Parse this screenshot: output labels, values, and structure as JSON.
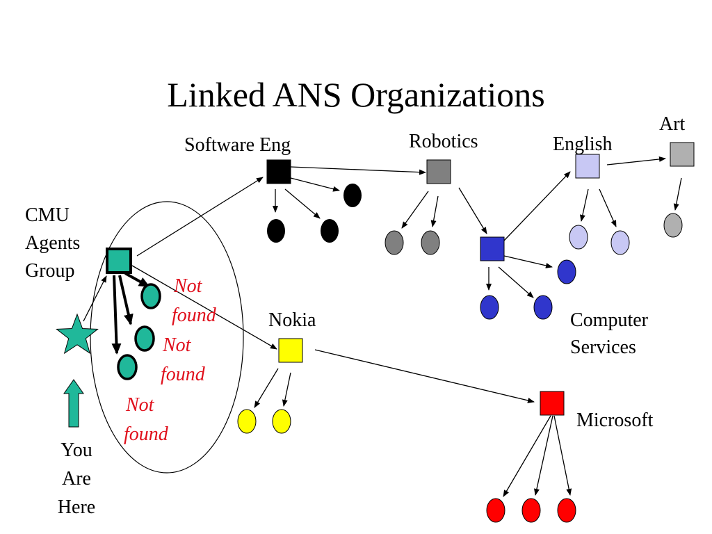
{
  "title": "Linked ANS Organizations",
  "colors": {
    "cmu": "#20b89a",
    "software": "#000000",
    "robotics": "#808080",
    "computer_services": "#3036cc",
    "english": "#c8c8f4",
    "art": "#b0b0b0",
    "nokia": "#ffff00",
    "microsoft": "#ff0000",
    "not_found": "#e0101c"
  },
  "nodes": {
    "cmu": {
      "label_lines": [
        "CMU",
        "Agents",
        "Group"
      ]
    },
    "software": {
      "label": "Software Eng"
    },
    "robotics": {
      "label": "Robotics"
    },
    "english": {
      "label": "English"
    },
    "art": {
      "label": "Art"
    },
    "computer_services": {
      "label_lines": [
        "Computer",
        "Services"
      ]
    },
    "nokia": {
      "label": "Nokia"
    },
    "microsoft": {
      "label": "Microsoft"
    },
    "you": {
      "label_lines": [
        "You",
        "Are",
        "Here"
      ]
    }
  },
  "not_found": [
    {
      "lines": [
        "Not",
        "found"
      ]
    },
    {
      "lines": [
        "Not",
        "found"
      ]
    },
    {
      "lines": [
        "Not",
        "found"
      ]
    }
  ]
}
